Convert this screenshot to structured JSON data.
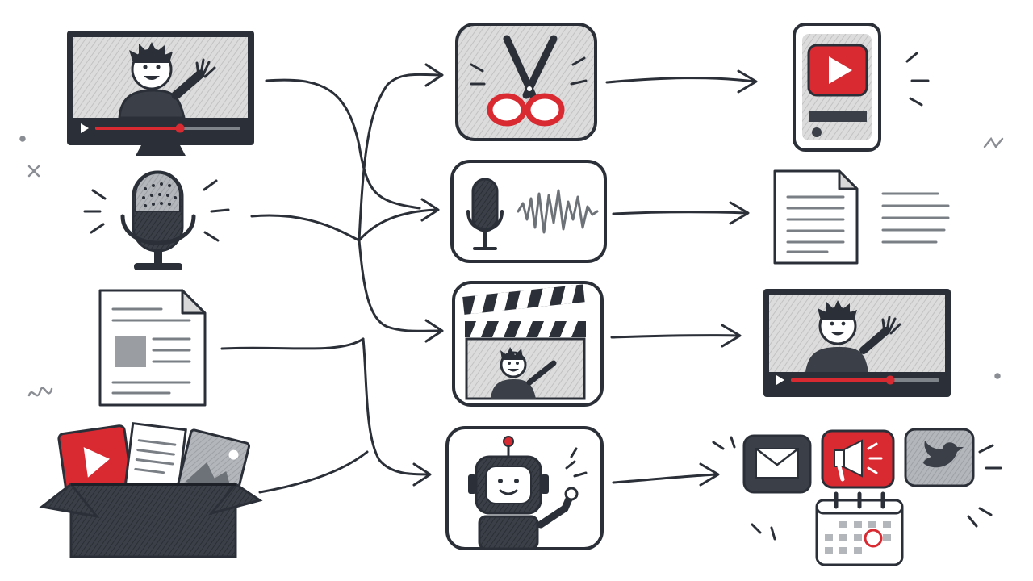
{
  "colors": {
    "ink": "#2b3038",
    "accent": "#d92a32",
    "light_fill": "#e2e2e2",
    "mid_fill": "#b9bcc0",
    "dark_fill": "#3b4048"
  },
  "inputs": [
    {
      "name": "video-monitor",
      "icon": "video-player-icon"
    },
    {
      "name": "microphone",
      "icon": "microphone-icon"
    },
    {
      "name": "document",
      "icon": "document-icon"
    },
    {
      "name": "content-box",
      "icon": "box-of-media-icon"
    }
  ],
  "processes": [
    {
      "name": "clip-cutting",
      "icon": "scissors-icon"
    },
    {
      "name": "audio-transcription",
      "icon": "audio-waveform-icon"
    },
    {
      "name": "video-production",
      "icon": "clapperboard-icon"
    },
    {
      "name": "ai-automation",
      "icon": "robot-icon"
    }
  ],
  "outputs": [
    {
      "name": "short-video",
      "icon": "phone-video-icon"
    },
    {
      "name": "transcript",
      "icon": "text-document-icon"
    },
    {
      "name": "finished-video",
      "icon": "video-player-icon"
    },
    {
      "name": "distribution",
      "icons": [
        "email-icon",
        "megaphone-icon",
        "bird-icon",
        "calendar-icon"
      ]
    }
  ]
}
